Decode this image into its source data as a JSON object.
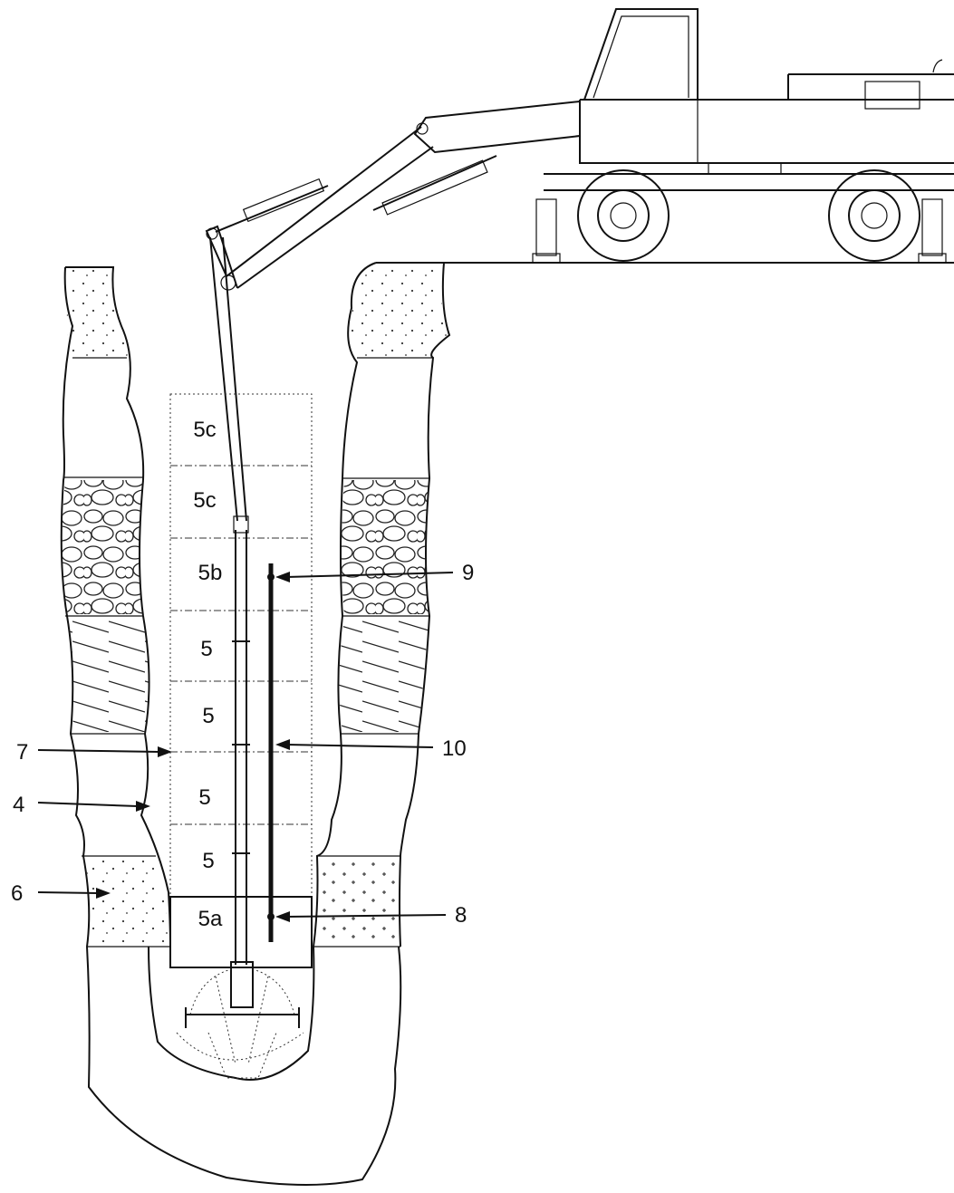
{
  "diagram": {
    "segment_labels": [
      "5c",
      "5c",
      "5b",
      "5",
      "5",
      "5",
      "5",
      "5a"
    ],
    "callouts": {
      "c9": "9",
      "c10": "10",
      "c8": "8",
      "c7": "7",
      "c4": "4",
      "c6": "6"
    }
  }
}
